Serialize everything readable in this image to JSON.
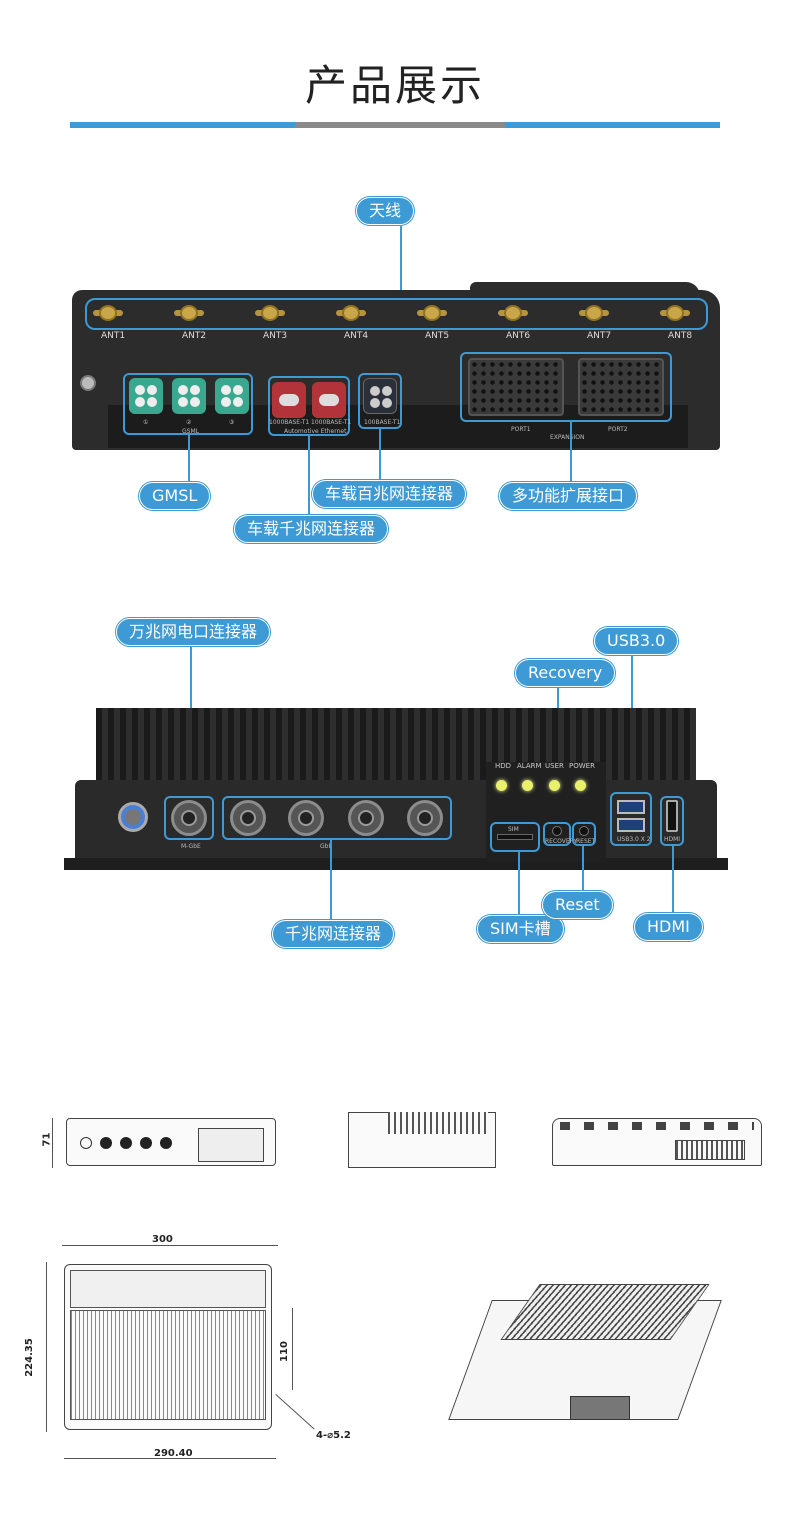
{
  "title": "产品展示",
  "colors": {
    "accent": "#3d9ad4",
    "divider_mid": "#8a8a8a"
  },
  "top_view": {
    "antenna_label": "天线",
    "antennas": [
      "ANT1",
      "ANT2",
      "ANT3",
      "ANT4",
      "ANT5",
      "ANT6",
      "ANT7",
      "ANT8"
    ],
    "gmsl_label": "GMSL",
    "gmsl_silk": "GSML",
    "gmsl_ports": [
      "①",
      "②",
      "③"
    ],
    "auto_gigabit_label": "车载千兆网连接器",
    "auto_100m_label": "车载百兆网连接器",
    "auto_ethernet_silk": "Automotive Ethernet",
    "port_silk_1000": "1000BASE-T1",
    "port_silk_100": "100BASE-T1",
    "expansion_label": "多功能扩展接口",
    "expansion_silk": "EXPANSION",
    "port1_silk": "PORT1",
    "port2_silk": "PORT2"
  },
  "front_view": {
    "tengig_label": "万兆网电口连接器",
    "tengig_silk": "M-GbE",
    "gigabit_label": "千兆网连接器",
    "gigabit_silk": "GbE",
    "usb_label": "USB3.0",
    "usb_silk": "USB3.0 X 2",
    "recovery_label": "Recovery",
    "recovery_silk": "RECOVERY",
    "reset_label": "Reset",
    "reset_silk": "RESET",
    "sim_label": "SIM卡槽",
    "sim_silk": "SIM",
    "hdmi_label": "HDMI",
    "hdmi_silk": "HDMI",
    "leds": [
      "HDD",
      "ALARM",
      "USER",
      "POWER"
    ]
  },
  "drawings": {
    "height_dim": "71",
    "width_dim": "300",
    "depth_dim": "224.35",
    "hole_spacing_dim": "110",
    "base_width_dim": "290.40",
    "hole_spec": "4-⌀5.2"
  }
}
